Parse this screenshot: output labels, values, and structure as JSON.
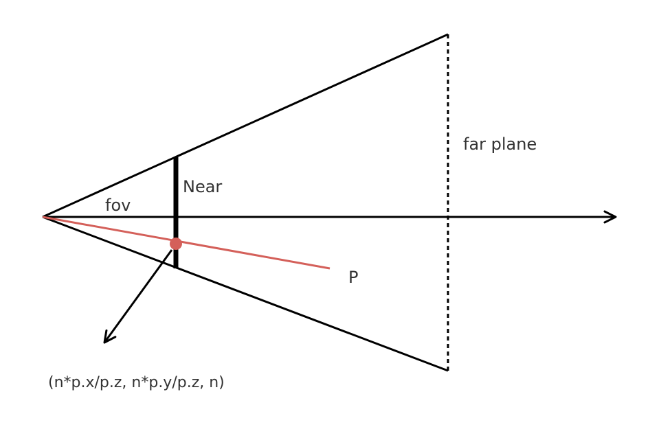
{
  "labels": {
    "far_plane": "far plane",
    "near": "Near",
    "fov": "fov",
    "point": "P",
    "projection": "(n*p.x/p.z, n*p.y/p.z, n)"
  },
  "colors": {
    "stroke": "#000000",
    "ray": "#d4605a",
    "point": "#d4605a",
    "text": "#333333"
  }
}
